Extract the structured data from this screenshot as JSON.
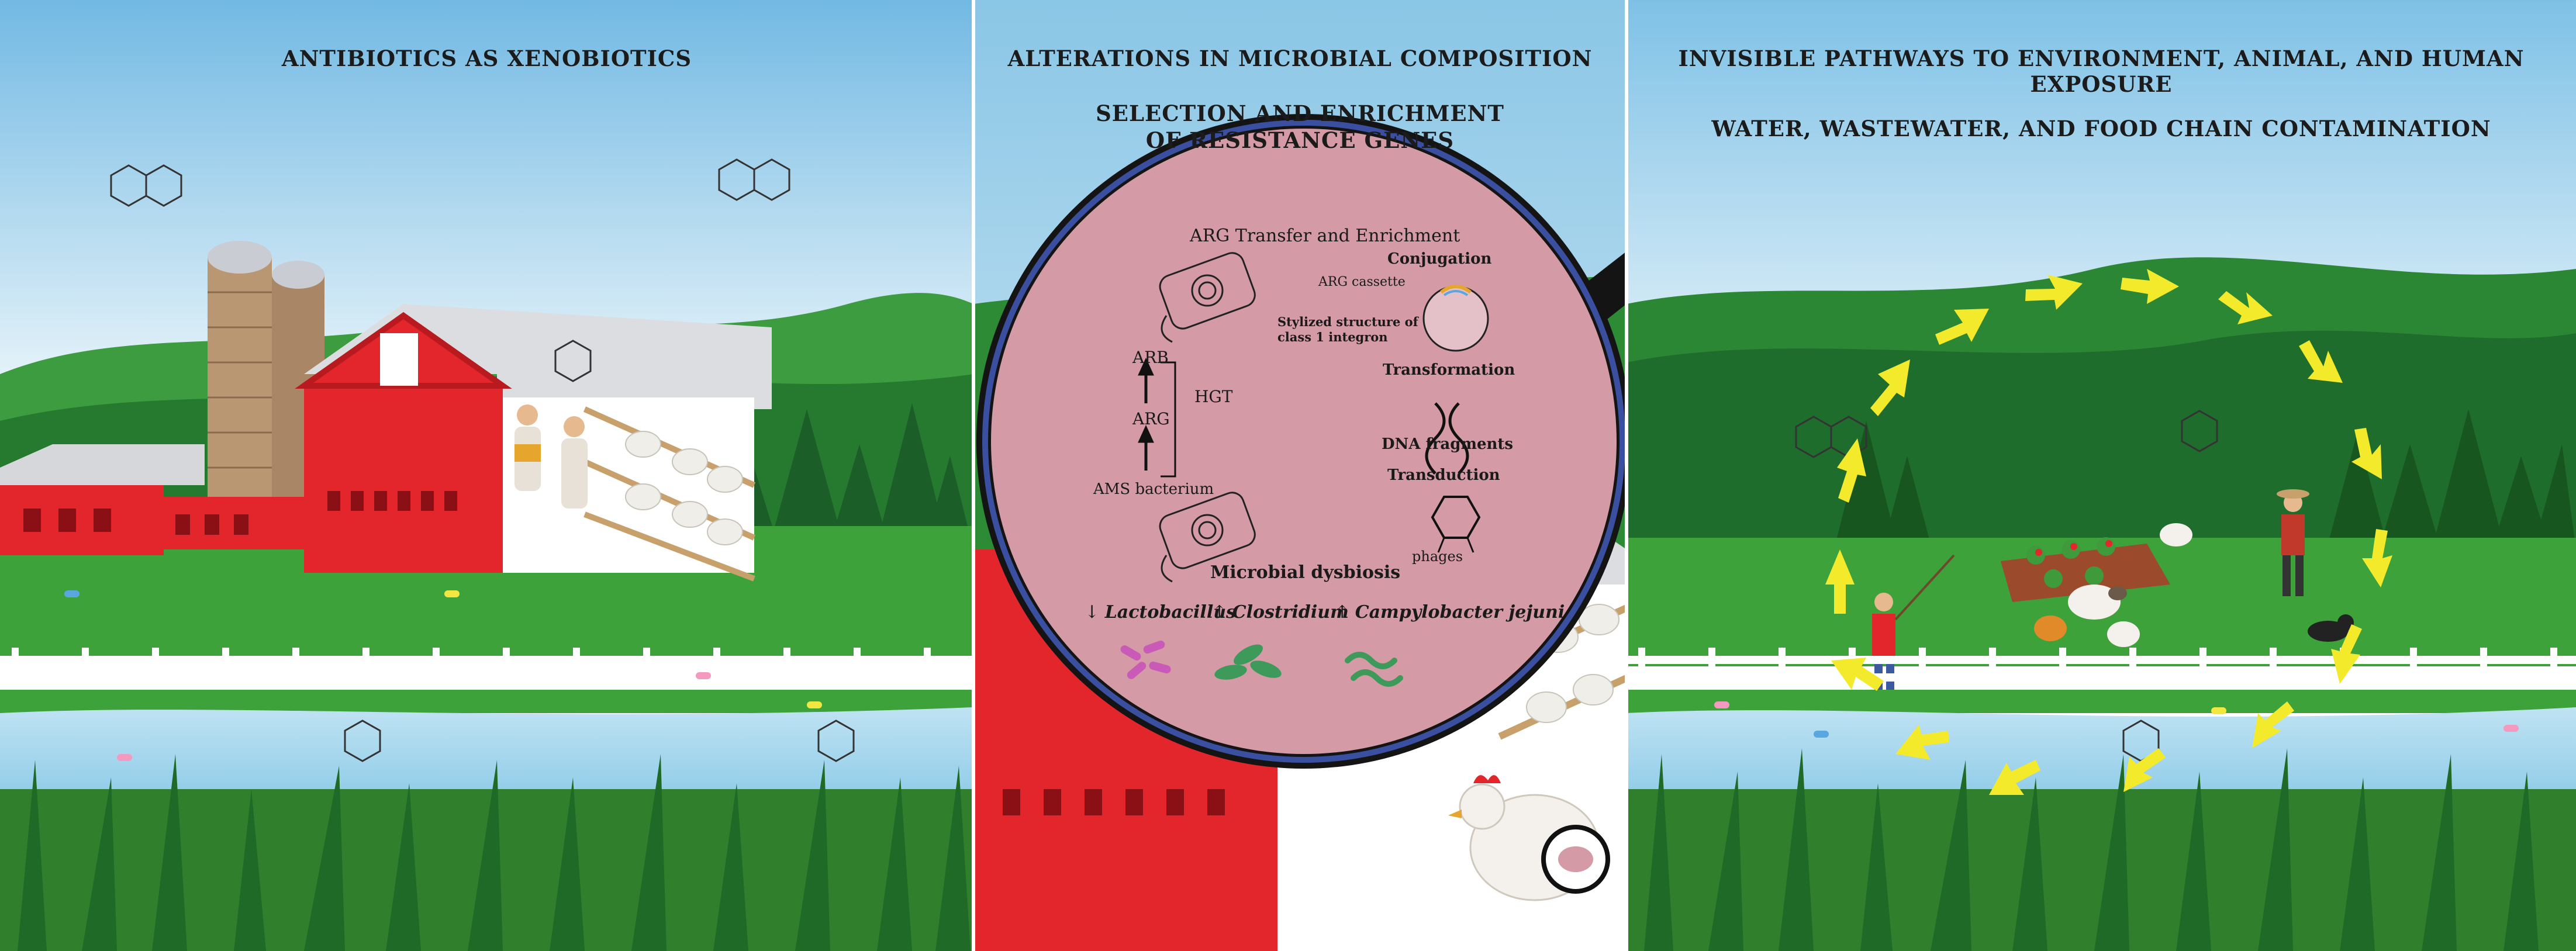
{
  "panels": {
    "left": {
      "title": "ANTIBIOTICS AS XENOBIOTICS"
    },
    "middle": {
      "title": "ALTERATIONS IN MICROBIAL COMPOSITION",
      "subtitle_line1": "SELECTION AND ENRICHMENT",
      "subtitle_line2": "OF RESISTANCE GENES"
    },
    "right": {
      "title": "INVISIBLE PATHWAYS TO ENVIRONMENT, ANIMAL, AND HUMAN EXPOSURE",
      "subtitle": "WATER, WASTEWATER, AND FOOD CHAIN CONTAMINATION"
    }
  },
  "magnifier": {
    "heading": "ARG Transfer and Enrichment",
    "arb": "ARB",
    "arg": "ARG",
    "hgt": "HGT",
    "ams_bacterium": "AMS bacterium",
    "conjugation": "Conjugation",
    "arg_cassette": "ARG cassette",
    "integron_line1": "Stylized structure of",
    "integron_line2": "class 1 integron",
    "transformation": "Transformation",
    "dna_fragments": "DNA fragments",
    "transduction": "Transduction",
    "phages": "phages",
    "dysbiosis": "Microbial dysbiosis",
    "bacteria": [
      {
        "arrow": "↓",
        "name": "Lactobacillus"
      },
      {
        "arrow": "↑",
        "name": "Clostridium"
      },
      {
        "arrow": "↑",
        "name": "Campylobacter jejuni"
      }
    ]
  },
  "colors": {
    "sky_top": "#7ec1e6",
    "sky_bottom": "#e6f3fa",
    "hill_dark": "#1f6d2c",
    "grass": "#3c9a3a",
    "barn_red": "#e2262b",
    "river": "#a9d7ee",
    "lens": "#d49aa5",
    "lens_rim": "#141414",
    "cycle_arrow": "#f3ea2c"
  }
}
